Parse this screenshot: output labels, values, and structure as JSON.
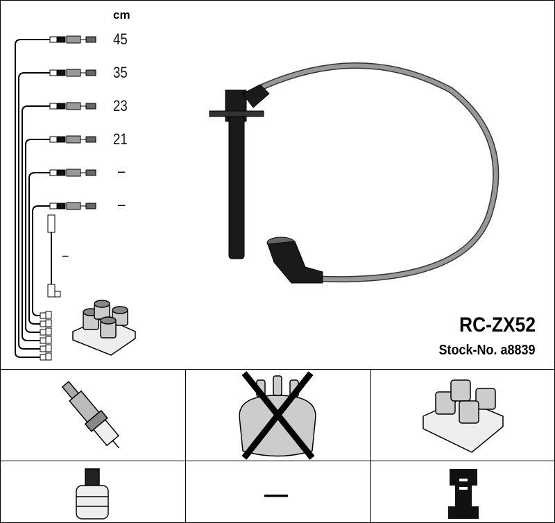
{
  "product": {
    "code": "RC-ZX52",
    "stock_label": "Stock-No. a8839"
  },
  "lengths": {
    "unit": "cm",
    "values": [
      "45",
      "35",
      "23",
      "21",
      "–",
      "–"
    ],
    "coil_wire": "–"
  },
  "compatibility": {
    "spark_plug": "spark-plug-icon",
    "distributor_cap": "distributor-cap-icon-crossed-out",
    "ignition_coil": "ignition-coil-icon",
    "plug_connector": "plug-boot-icon",
    "middle_value": "—",
    "coil_connector": "coil-connector-icon"
  }
}
